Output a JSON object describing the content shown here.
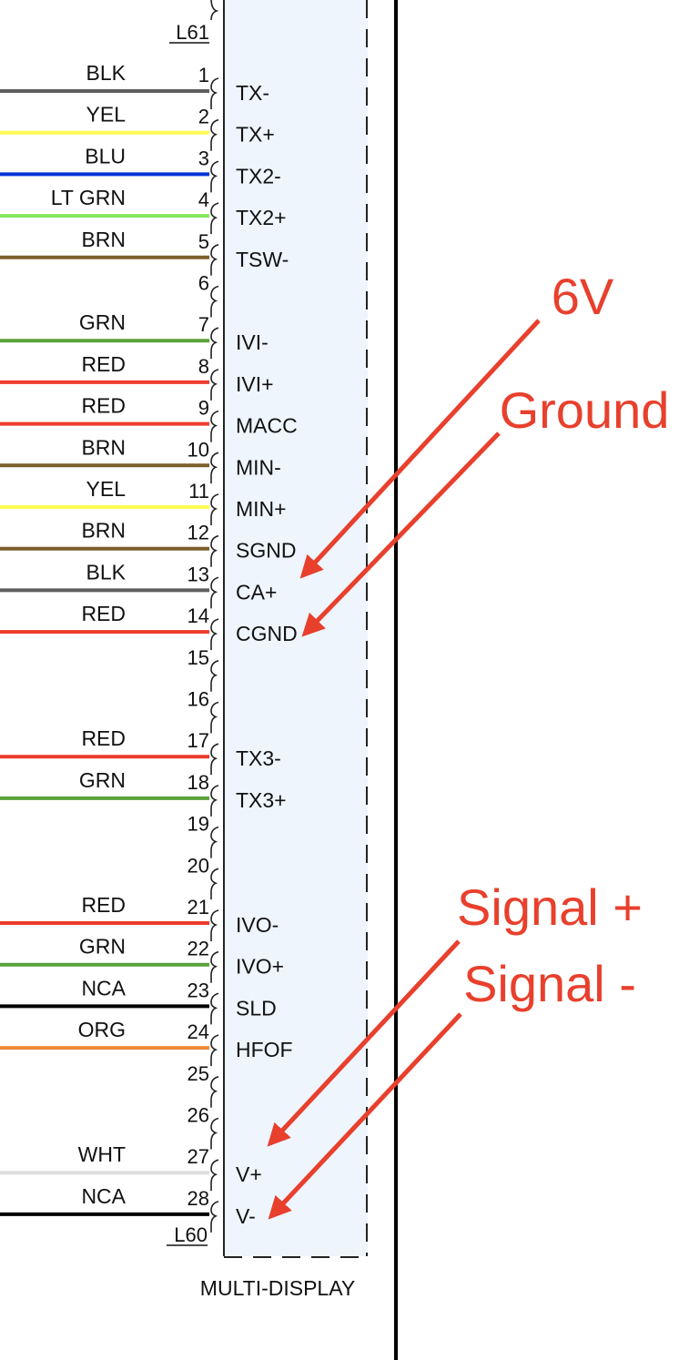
{
  "connector": {
    "top_ref": "L61",
    "bottom_ref": "L60",
    "component_label": "MULTI-DISPLAY",
    "fill_color": "#eef5fd",
    "border_color": "#222222"
  },
  "pins": [
    {
      "num": "1",
      "wire": "BLK",
      "color": "#5e5e5e",
      "signal": "TX-"
    },
    {
      "num": "2",
      "wire": "YEL",
      "color": "#fdfc52",
      "signal": "TX+"
    },
    {
      "num": "3",
      "wire": "BLU",
      "color": "#0433d6",
      "signal": "TX2-"
    },
    {
      "num": "4",
      "wire": "LT GRN",
      "color": "#82e85a",
      "signal": "TX2+"
    },
    {
      "num": "5",
      "wire": "BRN",
      "color": "#7b5f2a",
      "signal": "TSW-"
    },
    {
      "num": "6",
      "wire": "",
      "color": "",
      "signal": ""
    },
    {
      "num": "7",
      "wire": "GRN",
      "color": "#5aa23a",
      "signal": "IVI-"
    },
    {
      "num": "8",
      "wire": "RED",
      "color": "#ee3b2c",
      "signal": "IVI+"
    },
    {
      "num": "9",
      "wire": "RED",
      "color": "#ee3b2c",
      "signal": "MACC"
    },
    {
      "num": "10",
      "wire": "BRN",
      "color": "#7b5f2a",
      "signal": "MIN-"
    },
    {
      "num": "11",
      "wire": "YEL",
      "color": "#fdfc52",
      "signal": "MIN+"
    },
    {
      "num": "12",
      "wire": "BRN",
      "color": "#7b5f2a",
      "signal": "SGND"
    },
    {
      "num": "13",
      "wire": "BLK",
      "color": "#5e5e5e",
      "signal": "CA+"
    },
    {
      "num": "14",
      "wire": "RED",
      "color": "#ee3b2c",
      "signal": "CGND"
    },
    {
      "num": "15",
      "wire": "",
      "color": "",
      "signal": ""
    },
    {
      "num": "16",
      "wire": "",
      "color": "",
      "signal": ""
    },
    {
      "num": "17",
      "wire": "RED",
      "color": "#ee3b2c",
      "signal": "TX3-"
    },
    {
      "num": "18",
      "wire": "GRN",
      "color": "#5aa23a",
      "signal": "TX3+"
    },
    {
      "num": "19",
      "wire": "",
      "color": "",
      "signal": ""
    },
    {
      "num": "20",
      "wire": "",
      "color": "",
      "signal": ""
    },
    {
      "num": "21",
      "wire": "RED",
      "color": "#ee3b2c",
      "signal": "IVO-"
    },
    {
      "num": "22",
      "wire": "GRN",
      "color": "#5aa23a",
      "signal": "IVO+"
    },
    {
      "num": "23",
      "wire": "NCA",
      "color": "#000000",
      "signal": "SLD"
    },
    {
      "num": "24",
      "wire": "ORG",
      "color": "#ef8a35",
      "signal": "HFOF"
    },
    {
      "num": "25",
      "wire": "",
      "color": "",
      "signal": ""
    },
    {
      "num": "26",
      "wire": "",
      "color": "",
      "signal": ""
    },
    {
      "num": "27",
      "wire": "WHT",
      "color": "#dddddd",
      "signal": "V+"
    },
    {
      "num": "28",
      "wire": "NCA",
      "color": "#000000",
      "signal": "V-"
    }
  ],
  "annotations": [
    {
      "id": "6v",
      "text": "6V",
      "target_pin": "13"
    },
    {
      "id": "ground",
      "text": "Ground",
      "target_pin": "14"
    },
    {
      "id": "signal-plus",
      "text": "Signal +",
      "target_pin": "27"
    },
    {
      "id": "signal-minus",
      "text": "Signal -",
      "target_pin": "28"
    }
  ],
  "annotation_color": "#e8402d"
}
